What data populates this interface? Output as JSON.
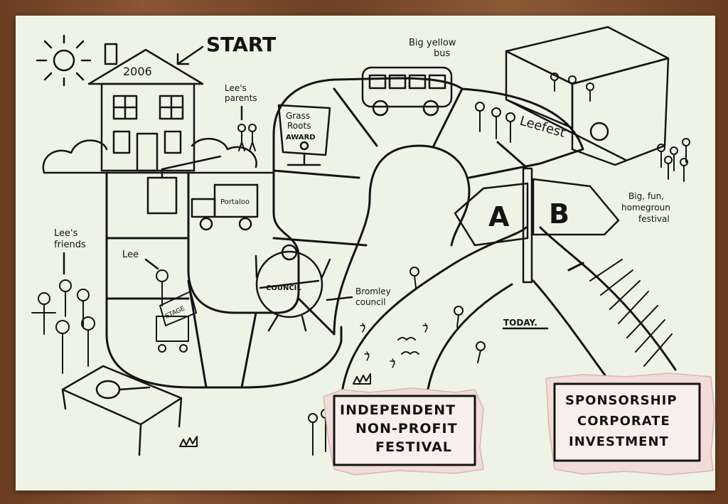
{
  "labels": {
    "start": "START",
    "house_year": "2006",
    "lees_parents_1": "Lee's",
    "lees_parents_2": "parents",
    "award_1": "Grass",
    "award_2": "Roots",
    "award_3": "AWARD",
    "bus_1": "Big yellow",
    "bus_2": "bus",
    "stage_name": "Leefest",
    "portaloo": "Portaloo",
    "lees_friends_1": "Lee's",
    "lees_friends_2": "friends",
    "lee": "Lee",
    "stage_sign": "STAGE",
    "council": "COUNCIL",
    "bromley_1": "Bromley",
    "bromley_2": "council",
    "sign_a": "A",
    "sign_b": "B",
    "big_fun_1": "Big, fun,",
    "big_fun_2": "homegroun",
    "big_fun_3": "festival",
    "today": "TODAY.",
    "independent_1": "INDEPENDENT",
    "independent_2": "NON-PROFIT",
    "independent_3": "FESTIVAL",
    "sponsorship_1": "SPONSORSHIP",
    "sponsorship_2": "CORPORATE",
    "sponsorship_3": "INVESTMENT"
  },
  "colors": {
    "ink": "#141414",
    "paper": "#eef3e6",
    "torn_card": "#f0dcd8",
    "wood": "#7a4a2a"
  }
}
